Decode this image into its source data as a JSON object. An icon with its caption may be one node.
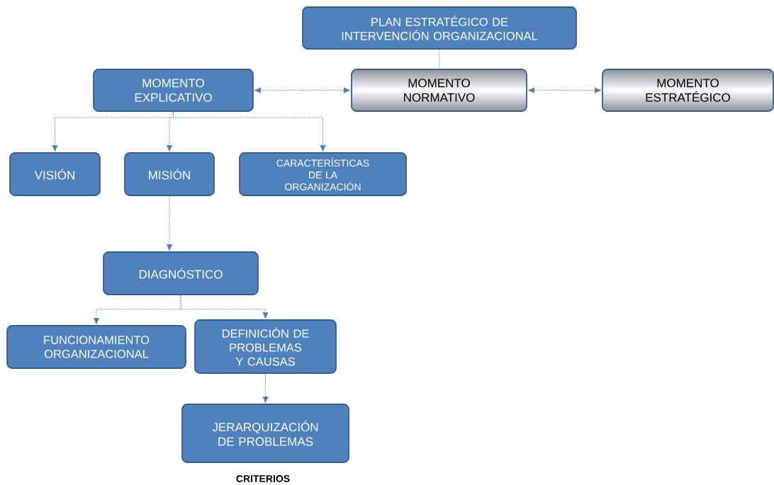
{
  "diagram": {
    "nodes": [
      {
        "text": [
          "PLAN ESTRATÉGICO DE INTERVENCIÓN ORGANIZACIONAL"
        ]
      },
      {
        "text": [
          "MOMENTO EXPLICATIVO"
        ]
      },
      {
        "text": [
          "MOMENTO NORMATIVO"
        ]
      },
      {
        "text": [
          "MOMENTO ESTRATÉGICO"
        ]
      },
      {
        "text": [
          "VISIÓN"
        ]
      },
      {
        "text": [
          "MISIÓN"
        ]
      },
      {
        "text": [
          "CARACTERÍSTICAS DE LA ORGANIZACIÓN"
        ]
      },
      {
        "text": [
          "DIAGNÓSTICO"
        ]
      },
      {
        "text": [
          "FUNCIONAMIENTO ORGANIZACIONAL"
        ]
      },
      {
        "text": [
          "DEFINICIÓN DE PROBLEMAS Y CAUSAS"
        ]
      },
      {
        "text": [
          "JERARQUIZACIÓN DE PROBLEMAS"
        ]
      }
    ],
    "edges": [
      {
        "from": 0,
        "to": 2,
        "arrow": "none"
      },
      {
        "from": 1,
        "to": 2,
        "arrow": "both"
      },
      {
        "from": 2,
        "to": 3,
        "arrow": "both"
      },
      {
        "from": 1,
        "to": 4,
        "arrow": "to"
      },
      {
        "from": 1,
        "to": 5,
        "arrow": "to"
      },
      {
        "from": 1,
        "to": 6,
        "arrow": "to"
      },
      {
        "from": 5,
        "to": 7,
        "arrow": "to"
      },
      {
        "from": 7,
        "to": 8,
        "arrow": "to"
      },
      {
        "from": 7,
        "to": 9,
        "arrow": "to"
      },
      {
        "from": 9,
        "to": 10,
        "arrow": "to"
      }
    ],
    "labels": [
      "CRITERIOS"
    ]
  }
}
